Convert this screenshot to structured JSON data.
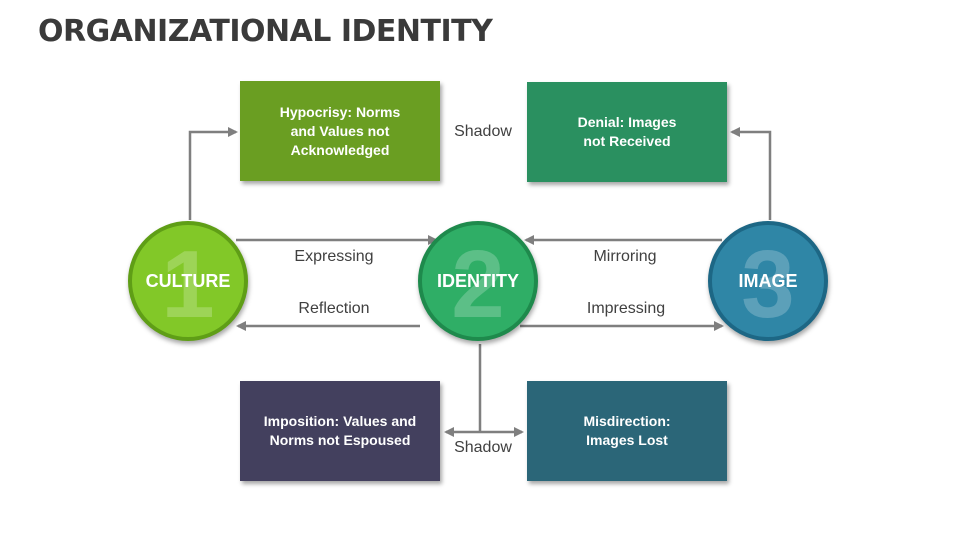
{
  "title": "ORGANIZATIONAL IDENTITY",
  "boxes": {
    "hypocrisy": {
      "lines": [
        "Hypocrisy: Norms",
        "and Values not",
        "Acknowledged"
      ],
      "color": "#6a9e22"
    },
    "denial": {
      "lines": [
        "Denial: Images",
        "not Received"
      ],
      "color": "#2a9060"
    },
    "imposition": {
      "lines": [
        "Imposition: Values and",
        "Norms not Espoused"
      ],
      "color": "#43405e"
    },
    "misdirection": {
      "lines": [
        "Misdirection:",
        "Images Lost"
      ],
      "color": "#2b6678"
    }
  },
  "circles": {
    "culture": {
      "number": "1",
      "label": "CULTURE",
      "fill": "#82c828",
      "border": "#5f9e16"
    },
    "identity": {
      "number": "2",
      "label": "IDENTITY",
      "fill": "#2fae66",
      "border": "#1e8a4c"
    },
    "image": {
      "number": "3",
      "label": "IMAGE",
      "fill": "#2f86a6",
      "border": "#1d6785"
    }
  },
  "connector_labels": {
    "shadow_top": "Shadow",
    "shadow_bottom": "Shadow",
    "expressing": "Expressing",
    "reflection": "Reflection",
    "mirroring": "Mirroring",
    "impressing": "Impressing"
  },
  "connector_color": "#7f7f7f"
}
